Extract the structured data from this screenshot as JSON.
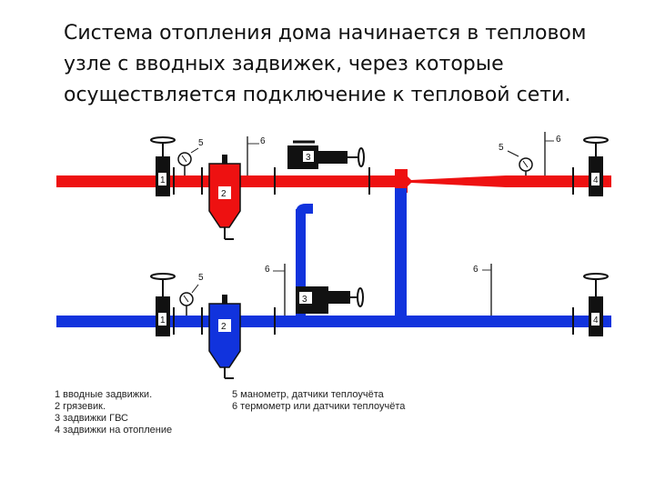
{
  "title_lines": [
    "Система отопления дома начинается  в тепловом",
    "узле  с вводных задвижек, через которые",
    "осуществляется подключение к тепловой  сети."
  ],
  "labels": {
    "n1": "1",
    "n2": "2",
    "n3": "3",
    "n4": "4",
    "n5": "5",
    "n6": "6"
  },
  "legend_left": [
    "1 вводные задвижки.",
    "2 грязевик.",
    "3 задвижки ГВС",
    "4 задвижки на отопление"
  ],
  "legend_right": [
    "5 манометр, датчики теплоучёта",
    "6 термометр или датчики теплоучёта"
  ],
  "colors": {
    "supply": "#ee1111",
    "return": "#1133dd",
    "valve": "#111111",
    "frame": "#444444"
  }
}
